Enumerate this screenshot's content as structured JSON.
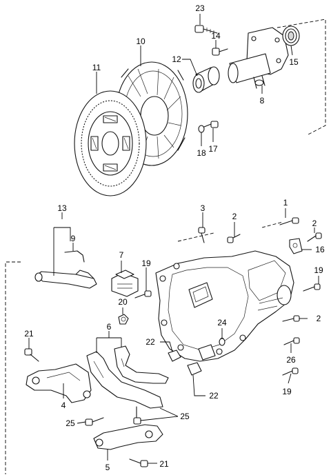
{
  "diagram": {
    "labels": {
      "l23": "23",
      "l14": "14",
      "l10": "10",
      "l12": "12",
      "l11": "11",
      "l15": "15",
      "l8": "8",
      "l18": "18",
      "l17": "17",
      "l13": "13",
      "l9": "9",
      "l3": "3",
      "l2a": "2",
      "l1": "1",
      "l2b": "2",
      "l16": "16",
      "l7": "7",
      "l19a": "19",
      "l20": "20",
      "l19b": "19",
      "l2c": "2",
      "l24": "24",
      "l6": "6",
      "l21a": "21",
      "l22a": "22",
      "l26": "26",
      "l4": "4",
      "l22b": "22",
      "l19c": "19",
      "l25a": "25",
      "l25b": "25",
      "l5": "5",
      "l21b": "21"
    }
  }
}
